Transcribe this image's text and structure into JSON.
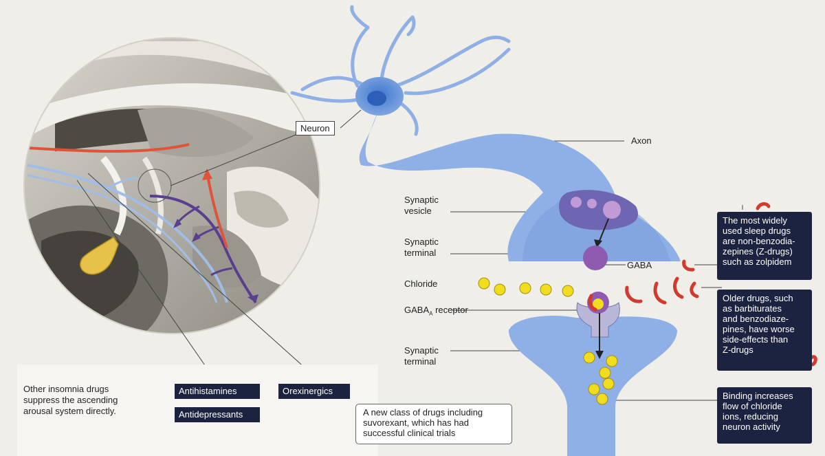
{
  "labels": {
    "neuron": "Neuron",
    "axon": "Axon",
    "synaptic_vesicle": [
      "Synaptic",
      "vesicle"
    ],
    "synaptic_terminal_top": [
      "Synaptic",
      "terminal"
    ],
    "gaba": "GABA",
    "chloride": "Chloride",
    "gaba_receptor_prefix": "GABA",
    "gaba_receptor_sub": "A",
    "gaba_receptor_suffix": " receptor",
    "synaptic_terminal_bottom": [
      "Synaptic",
      "terminal"
    ]
  },
  "callouts": {
    "z_drugs": [
      "The most widely",
      "used sleep drugs",
      "are non-benzodia-",
      "zepines (Z-drugs)",
      "such as zolpidem"
    ],
    "older_drugs": [
      "Older drugs, such",
      "as barbiturates",
      "and benzodiaze-",
      "pines, have worse",
      "side-effects than",
      "Z-drugs"
    ],
    "binding": [
      "Binding increases",
      "flow of chloride",
      "ions, reducing",
      "neuron activity"
    ]
  },
  "bottom": {
    "other_drugs": [
      "Other insomnia drugs",
      "suppress the ascending",
      "arousal system directly."
    ],
    "antihistamines": "Antihistamines",
    "antidepressants": "Antidepressants",
    "orexinergics": "Orexinergics",
    "new_class": [
      "A new class of drugs including",
      "suvorexant, which has had",
      "successful clinical trials"
    ]
  },
  "colors": {
    "neuron_blue": "#8fb0e6",
    "neuron_dark": "#6d8fd1",
    "chloride_yellow": "#f2dc1f",
    "drug_red": "#d23a2e",
    "vesicle_purple": "#8e5bb0",
    "label_dark": "#1b2340",
    "arrow_purple": "#5a3f8f",
    "arrow_red": "#e0533b",
    "arrow_blue": "#9fbde6"
  }
}
